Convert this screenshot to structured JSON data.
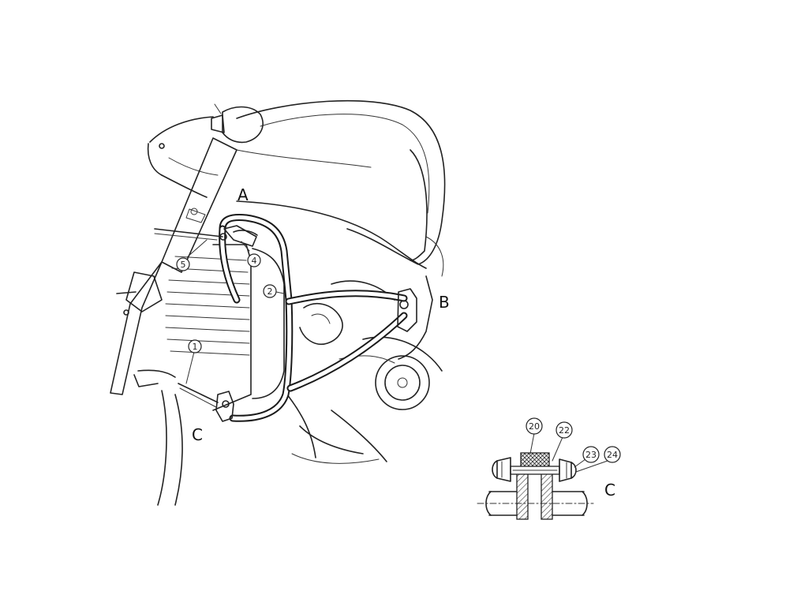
{
  "letters": {
    "a": "A",
    "b": "B",
    "c_main": "C",
    "c_detail": "C"
  },
  "callouts": {
    "n1": "1",
    "n2": "2",
    "n4": "4",
    "n5": "5",
    "n20": "20",
    "n22": "22",
    "n23": "23",
    "n24": "24"
  }
}
